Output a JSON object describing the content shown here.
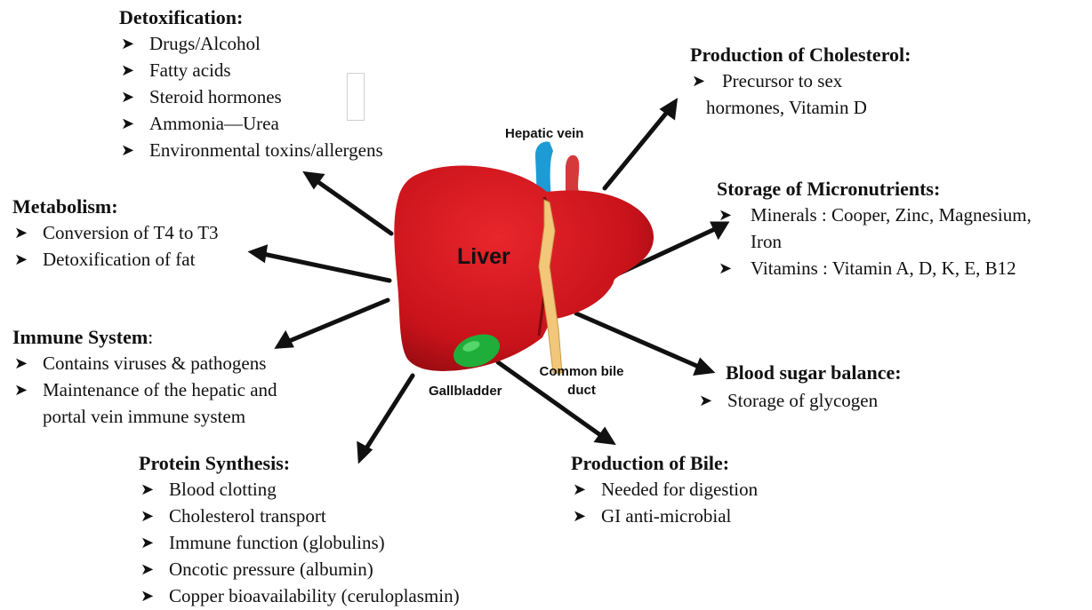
{
  "organ": {
    "title": "Liver",
    "hepatic_vein_label": "Hepatic vein",
    "gallbladder_label": "Gallbladder",
    "bile_duct_label_line1": "Common bile",
    "bile_duct_label_line2": "duct",
    "colors": {
      "liver": "#d0141b",
      "liver_dark": "#9c0d12",
      "hepatic_vein": "#1d9bd4",
      "artery": "#d43a3a",
      "gallbladder": "#1fae3a",
      "bile_duct": "#f2c77a"
    }
  },
  "functions": {
    "detoxification": {
      "title": "Detoxification:",
      "items": [
        "Drugs/Alcohol",
        "Fatty acids",
        "Steroid hormones",
        "Ammonia—Urea",
        "Environmental toxins/allergens"
      ]
    },
    "metabolism": {
      "title": "Metabolism:",
      "items": [
        "Conversion of T4 to T3",
        "Detoxification of fat"
      ]
    },
    "immune_system": {
      "title": "Immune System",
      "title_suffix": ":",
      "items": [
        "Contains viruses & pathogens",
        "Maintenance of the hepatic and",
        "portal vein immune system"
      ]
    },
    "protein_synthesis": {
      "title": "Protein Synthesis:",
      "items": [
        "Blood clotting",
        "Cholesterol transport",
        "Immune function (globulins)",
        "Oncotic pressure (albumin)",
        "Copper bioavailability (ceruloplasmin)"
      ]
    },
    "production_of_bile": {
      "title": "Production of Bile:",
      "items": [
        "Needed for digestion",
        "GI anti-microbial"
      ]
    },
    "blood_sugar_balance": {
      "title": "Blood sugar balance:",
      "items": [
        "Storage of glycogen"
      ]
    },
    "storage_of_micronutrients": {
      "title": "Storage of Micronutrients:",
      "items": [
        "Minerals : Cooper, Zinc, Magnesium,",
        "Iron",
        "Vitamins : Vitamin A, D, K, E, B12"
      ]
    },
    "production_of_cholesterol": {
      "title": "Production of Cholesterol:",
      "items": [
        "Precursor to sex",
        "hormones, Vitamin D"
      ]
    }
  }
}
